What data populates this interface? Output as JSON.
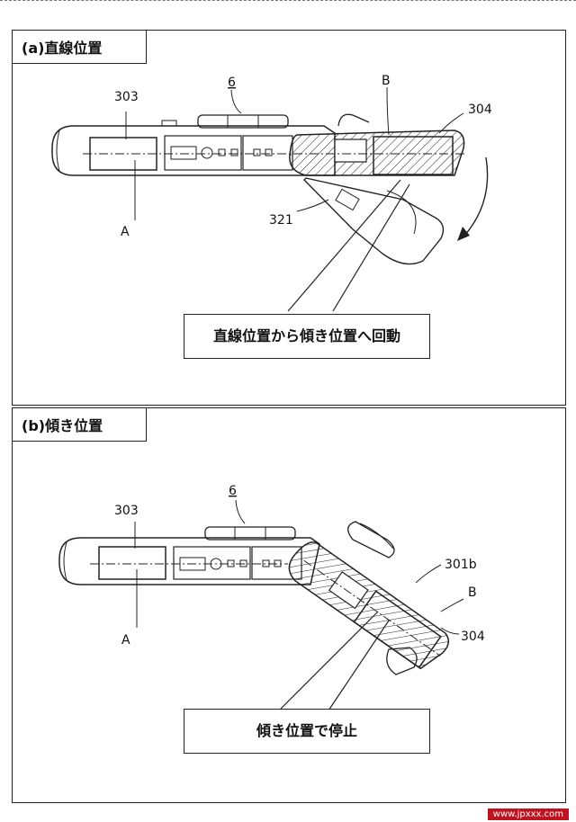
{
  "panel_a": {
    "title": "(a)直線位置",
    "caption": "直線位置から傾き位置へ回動",
    "labels": {
      "num_6": "6",
      "num_303": "303",
      "num_304": "304",
      "num_321": "321",
      "letter_A": "A",
      "letter_B": "B"
    }
  },
  "panel_b": {
    "title": "(b)傾き位置",
    "caption": "傾き位置で停止",
    "labels": {
      "num_6": "6",
      "num_303": "303",
      "num_304": "304",
      "num_301b": "301b",
      "letter_A": "A",
      "letter_B": "B"
    }
  },
  "footer": {
    "watermark": "www.jpxxx.com"
  }
}
